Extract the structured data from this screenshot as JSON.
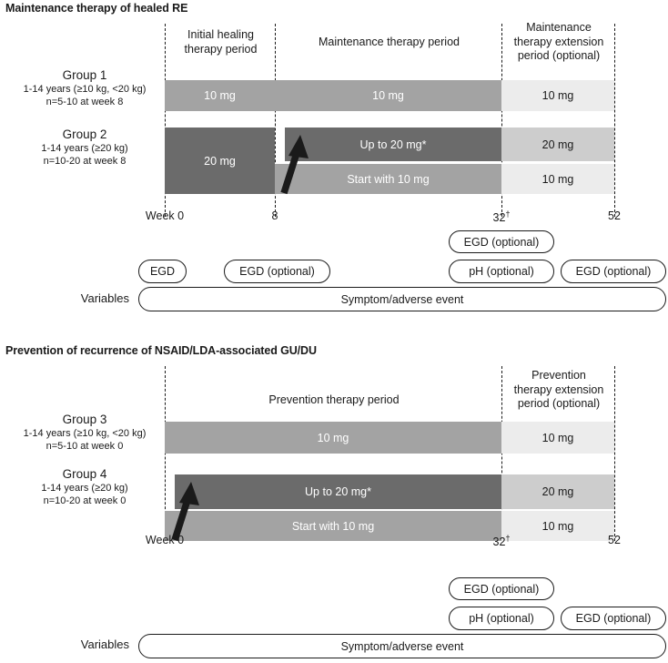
{
  "figure": {
    "panels": [
      {
        "id": "maintenance",
        "title": "Maintenance therapy of healed RE",
        "period_headers": [
          {
            "id": "initial-healing",
            "text_line1": "Initial healing",
            "text_line2": "therapy period",
            "text_line3": ""
          },
          {
            "id": "maintenance-therapy",
            "text_line1": "Maintenance therapy period",
            "text_line2": "",
            "text_line3": ""
          },
          {
            "id": "maintenance-extension",
            "text_line1": "Maintenance",
            "text_line2": "therapy extension",
            "text_line3": "period (optional)"
          }
        ],
        "groups": [
          {
            "id": "group-1",
            "name": "Group 1",
            "criteria": "1-14 years (≥10 kg, <20 kg)",
            "enrollment": "n=5-10 at week 8",
            "bars": [
              {
                "id": "g1-initial",
                "label": "10 mg",
                "shade": "medium"
              },
              {
                "id": "g1-maintenance",
                "label": "10 mg",
                "shade": "medium"
              },
              {
                "id": "g1-extension",
                "label": "10 mg",
                "shade": "lightest"
              }
            ]
          },
          {
            "id": "group-2",
            "name": "Group 2",
            "criteria": "1-14 years (≥20 kg)",
            "enrollment": "n=10-20 at week 8",
            "bars": [
              {
                "id": "g2-initial",
                "label": "20 mg",
                "shade": "dark"
              },
              {
                "id": "g2-maintenance-up",
                "label": "Up to 20 mg*",
                "shade": "dark"
              },
              {
                "id": "g2-extension-20",
                "label": "20 mg",
                "shade": "light"
              },
              {
                "id": "g2-maintenance-start",
                "label": "Start with 10 mg",
                "shade": "medium"
              },
              {
                "id": "g2-extension-10",
                "label": "10 mg",
                "shade": "lightest"
              }
            ]
          }
        ],
        "axis": {
          "ticks": [
            {
              "id": "week-0",
              "label": "Week 0",
              "dagger": false
            },
            {
              "id": "week-8",
              "label": "8",
              "dagger": false
            },
            {
              "id": "week-32",
              "label": "32",
              "dagger": true
            },
            {
              "id": "week-52",
              "label": "52",
              "dagger": false
            }
          ]
        },
        "variables_label": "Variables",
        "assessments": [
          {
            "id": "egd-week0",
            "label": "EGD"
          },
          {
            "id": "egd-optional-week8",
            "label": "EGD (optional)"
          },
          {
            "id": "egd-optional-week32-upper",
            "label": "EGD (optional)"
          },
          {
            "id": "ph-optional-week32",
            "label": "pH (optional)"
          },
          {
            "id": "egd-optional-week52",
            "label": "EGD (optional)"
          },
          {
            "id": "symptom-adverse-event",
            "label": "Symptom/adverse event"
          }
        ]
      },
      {
        "id": "prevention",
        "title": "Prevention of recurrence of NSAID/LDA-associated GU/DU",
        "period_headers": [
          {
            "id": "prevention-therapy",
            "text_line1": "Prevention therapy period",
            "text_line2": "",
            "text_line3": ""
          },
          {
            "id": "prevention-extension",
            "text_line1": "Prevention",
            "text_line2": "therapy extension",
            "text_line3": "period (optional)"
          }
        ],
        "groups": [
          {
            "id": "group-3",
            "name": "Group 3",
            "criteria": "1-14 years (≥10 kg, <20 kg)",
            "enrollment": "n=5-10 at week 0",
            "bars": [
              {
                "id": "g3-prevention",
                "label": "10 mg",
                "shade": "medium"
              },
              {
                "id": "g3-extension",
                "label": "10 mg",
                "shade": "lightest"
              }
            ]
          },
          {
            "id": "group-4",
            "name": "Group 4",
            "criteria": "1-14 years (≥20 kg)",
            "enrollment": "n=10-20 at week 0",
            "bars": [
              {
                "id": "g4-prevention-up",
                "label": "Up to 20 mg*",
                "shade": "dark"
              },
              {
                "id": "g4-extension-20",
                "label": "20 mg",
                "shade": "light"
              },
              {
                "id": "g4-prevention-start",
                "label": "Start with 10 mg",
                "shade": "medium"
              },
              {
                "id": "g4-extension-10",
                "label": "10 mg",
                "shade": "lightest"
              }
            ]
          }
        ],
        "axis": {
          "ticks": [
            {
              "id": "week-0",
              "label": "Week 0",
              "dagger": false
            },
            {
              "id": "week-32",
              "label": "32",
              "dagger": true
            },
            {
              "id": "week-52",
              "label": "52",
              "dagger": false
            }
          ]
        },
        "variables_label": "Variables",
        "assessments": [
          {
            "id": "egd-optional-week32-upper",
            "label": "EGD (optional)"
          },
          {
            "id": "ph-optional-week32",
            "label": "pH (optional)"
          },
          {
            "id": "egd-optional-week52",
            "label": "EGD (optional)"
          },
          {
            "id": "symptom-adverse-event",
            "label": "Symptom/adverse event"
          }
        ]
      }
    ],
    "colors": {
      "dark": "#6b6b6b",
      "medium": "#a3a3a3",
      "light": "#cdcdcd",
      "lightest": "#ececec",
      "stroke": "#1a1a1a",
      "background": "#ffffff"
    }
  }
}
